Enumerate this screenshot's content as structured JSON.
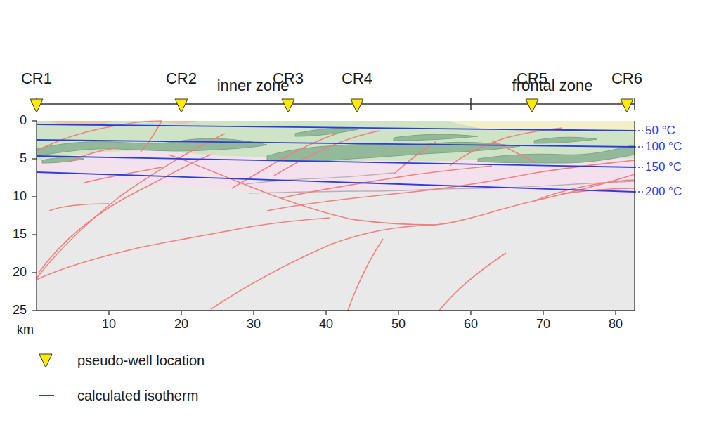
{
  "diagram": {
    "labels": [
      "inner zone",
      "frontal zone",
      "CR1",
      "CR2",
      "CR3",
      "CR4",
      "CR5",
      "CR6",
      "0",
      "5",
      "10",
      "15",
      "20",
      "25",
      "km",
      "10",
      "20",
      "30",
      "40",
      "50",
      "60",
      "70",
      "80",
      "50 °C",
      "100 °C",
      "150 °C",
      "200 °C"
    ],
    "legend": [
      {
        "text": "pseudo-well location"
      },
      {
        "text": "calculated isotherm"
      }
    ]
  }
}
